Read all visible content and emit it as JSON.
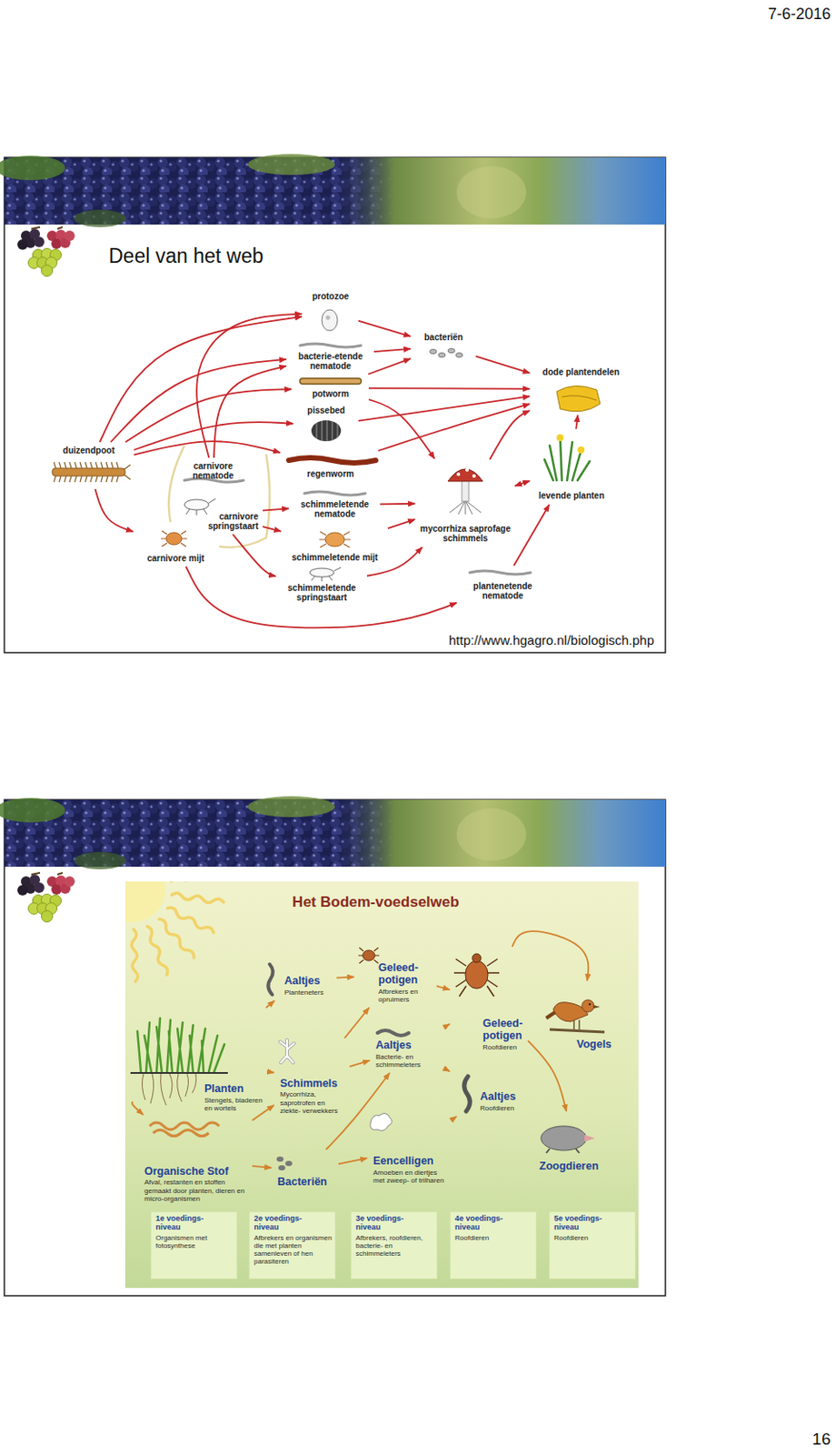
{
  "diagram": {
    "title": "Deel van het web",
    "nodes": [
      {
        "text": [
          "protozoe"
        ]
      },
      {
        "text": [
          "bacterie-etende nematode"
        ]
      },
      {
        "text": [
          "potworm"
        ]
      },
      {
        "text": [
          "pissebed"
        ]
      },
      {
        "text": [
          "regenworm"
        ]
      },
      {
        "text": [
          "duizendpoot"
        ]
      },
      {
        "text": [
          "carnivore nematode"
        ]
      },
      {
        "text": [
          "carnivore springstaart"
        ]
      },
      {
        "text": [
          "carnivore mijt"
        ]
      },
      {
        "text": [
          "schimmeletende nematode"
        ]
      },
      {
        "text": [
          "schimmeletende mijt"
        ]
      },
      {
        "text": [
          "schimmeletende springstaart"
        ]
      },
      {
        "text": [
          "bacteriën"
        ]
      },
      {
        "text": [
          "dode plantendelen"
        ]
      },
      {
        "text": [
          "mycorrhiza saprofage schimmels"
        ]
      },
      {
        "text": [
          "levende planten"
        ]
      },
      {
        "text": [
          "plantenetende nematode"
        ]
      },
      {
        "text": [
          "Planten",
          "Stengels, bladeren en wortels"
        ]
      },
      {
        "text": [
          "Organische Stof",
          "Afval, restanten en stoffen gemaakt door planten, dieren en micro-organismen"
        ]
      },
      {
        "text": [
          "Aaltjes",
          "Planteneters"
        ]
      },
      {
        "text": [
          "Schimmels",
          "Mycorrhiza, saprotrofen en ziekte- verwekkers"
        ]
      },
      {
        "text": [
          "Bacteriën"
        ]
      },
      {
        "text": [
          "Geleed- potigen",
          "Afbrekers en opruimers"
        ]
      },
      {
        "text": [
          "Aaltjes",
          "Bacterie- en schimmeleters"
        ]
      },
      {
        "text": [
          "Eencelligen",
          "Amoeben en diertjes met zweep- of trilharen"
        ]
      },
      {
        "text": [
          "Geleed- potigen",
          "Roofdieren"
        ]
      },
      {
        "text": [
          "Aaltjes",
          "Roofdieren"
        ]
      },
      {
        "text": [
          "Vogels"
        ]
      },
      {
        "text": [
          "Zoogdieren"
        ]
      },
      {
        "text": [
          "1e voedings- niveau",
          "Organismen met fotosynthese"
        ]
      },
      {
        "text": [
          "2e voedings- niveau",
          "Afbrekers en organismen die met planten samenleven of hen parasiteren"
        ]
      },
      {
        "text": [
          "3e voedings- niveau",
          "Afbrekers, roofdieren, bacterie- en schimmeleters"
        ]
      },
      {
        "text": [
          "4e voedings- niveau",
          "Roofdieren"
        ]
      },
      {
        "text": [
          "5e voedings- niveau",
          "Roofdieren"
        ]
      }
    ],
    "edges": [
      {
        "from": 5,
        "to": 0,
        "arrow": "to"
      },
      {
        "from": 5,
        "to": 1,
        "arrow": "to"
      },
      {
        "from": 5,
        "to": 2,
        "arrow": "to"
      },
      {
        "from": 5,
        "to": 3,
        "arrow": "to"
      },
      {
        "from": 5,
        "to": 4,
        "arrow": "to"
      },
      {
        "from": 5,
        "to": 8,
        "arrow": "to"
      },
      {
        "from": 6,
        "to": 0,
        "arrow": "to"
      },
      {
        "from": 6,
        "to": 1,
        "arrow": "to"
      },
      {
        "from": 7,
        "to": 9,
        "arrow": "to"
      },
      {
        "from": 7,
        "to": 10,
        "arrow": "to"
      },
      {
        "from": 7,
        "to": 11,
        "arrow": "to"
      },
      {
        "from": 8,
        "to": 16,
        "arrow": "to"
      },
      {
        "from": 0,
        "to": 12,
        "arrow": "to"
      },
      {
        "from": 1,
        "to": 12,
        "arrow": "to"
      },
      {
        "from": 2,
        "to": 12,
        "arrow": "to"
      },
      {
        "from": 2,
        "to": 13,
        "arrow": "to"
      },
      {
        "from": 2,
        "to": 14,
        "arrow": "to"
      },
      {
        "from": 3,
        "to": 13,
        "arrow": "to"
      },
      {
        "from": 4,
        "to": 13,
        "arrow": "to"
      },
      {
        "from": 12,
        "to": 13,
        "arrow": "to"
      },
      {
        "from": 9,
        "to": 14,
        "arrow": "to"
      },
      {
        "from": 10,
        "to": 14,
        "arrow": "to"
      },
      {
        "from": 11,
        "to": 14,
        "arrow": "to"
      },
      {
        "from": 14,
        "to": 13,
        "arrow": "to"
      },
      {
        "from": 14,
        "to": 15,
        "arrow": "both"
      },
      {
        "from": 16,
        "to": 15,
        "arrow": "to"
      },
      {
        "from": 15,
        "to": 13,
        "arrow": "to"
      },
      {
        "from": 17,
        "to": 19,
        "arrow": "to"
      },
      {
        "from": 17,
        "to": 20,
        "arrow": "to"
      },
      {
        "from": 17,
        "to": 18,
        "arrow": "to"
      },
      {
        "from": 18,
        "to": 20,
        "arrow": "to"
      },
      {
        "from": 18,
        "to": 21,
        "arrow": "to"
      },
      {
        "from": 19,
        "to": 22,
        "arrow": "to"
      },
      {
        "from": 20,
        "to": 22,
        "arrow": "to"
      },
      {
        "from": 20,
        "to": 23,
        "arrow": "to"
      },
      {
        "from": 21,
        "to": 23,
        "arrow": "to"
      },
      {
        "from": 21,
        "to": 24,
        "arrow": "to"
      },
      {
        "from": 22,
        "to": 25,
        "arrow": "to"
      },
      {
        "from": 23,
        "to": 25,
        "arrow": "to"
      },
      {
        "from": 23,
        "to": 26,
        "arrow": "to"
      },
      {
        "from": 24,
        "to": 26,
        "arrow": "to"
      },
      {
        "from": 25,
        "to": 27,
        "arrow": "to"
      },
      {
        "from": 25,
        "to": 28,
        "arrow": "to"
      }
    ],
    "labels": [
      "7-6-2016",
      "http://www.hgagro.nl/biologisch.php",
      "Het Bodem-voedselweb",
      "16"
    ]
  }
}
